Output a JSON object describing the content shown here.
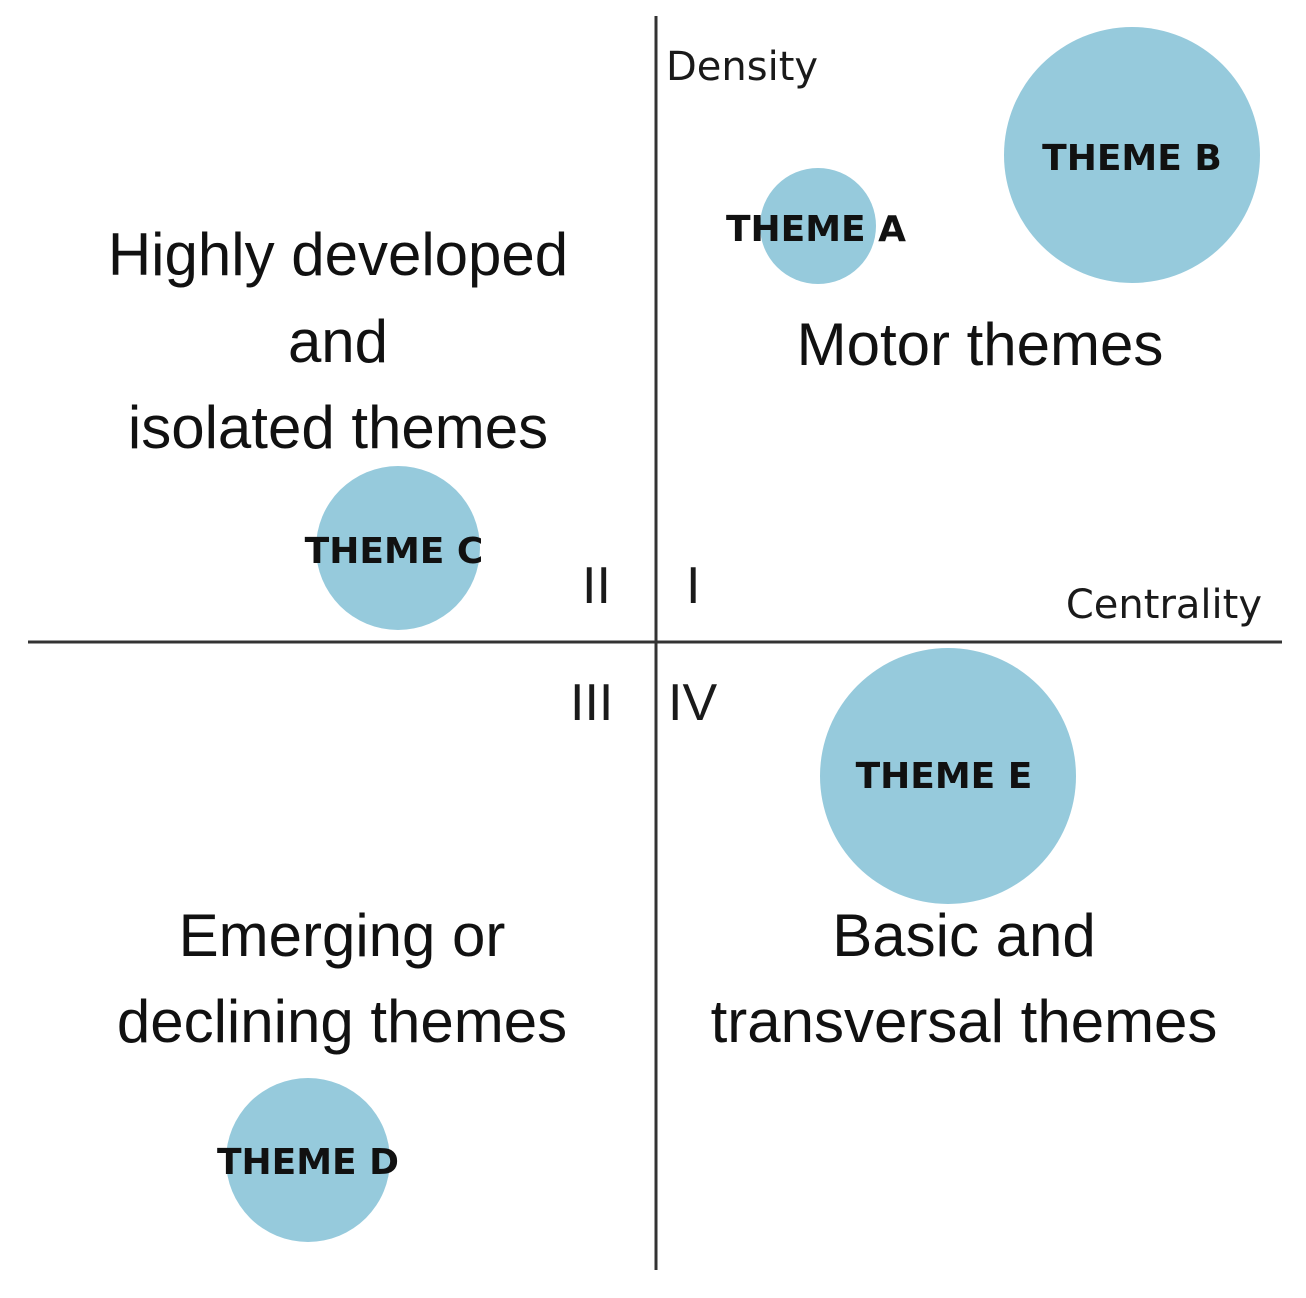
{
  "axes": {
    "y_label": "Density",
    "x_label": "Centrality"
  },
  "quadrant_numerals": {
    "q1": "I",
    "q2": "II",
    "q3": "III",
    "q4": "IV"
  },
  "quadrant_descriptions": {
    "q1": [
      "Motor themes"
    ],
    "q2": [
      "Highly developed",
      "and",
      "isolated themes"
    ],
    "q3": [
      "Emerging or",
      "declining themes"
    ],
    "q4": [
      "Basic and",
      "transversal themes"
    ]
  },
  "themes": [
    {
      "label": "THEME A",
      "quadrant": "I",
      "relative_size": "small"
    },
    {
      "label": "THEME B",
      "quadrant": "I",
      "relative_size": "large"
    },
    {
      "label": "THEME C",
      "quadrant": "II",
      "relative_size": "medium"
    },
    {
      "label": "THEME D",
      "quadrant": "III",
      "relative_size": "medium"
    },
    {
      "label": "THEME E",
      "quadrant": "IV",
      "relative_size": "large"
    }
  ],
  "colors": {
    "bubble": "#96cadc",
    "axis": "#333333",
    "text": "#111111"
  }
}
